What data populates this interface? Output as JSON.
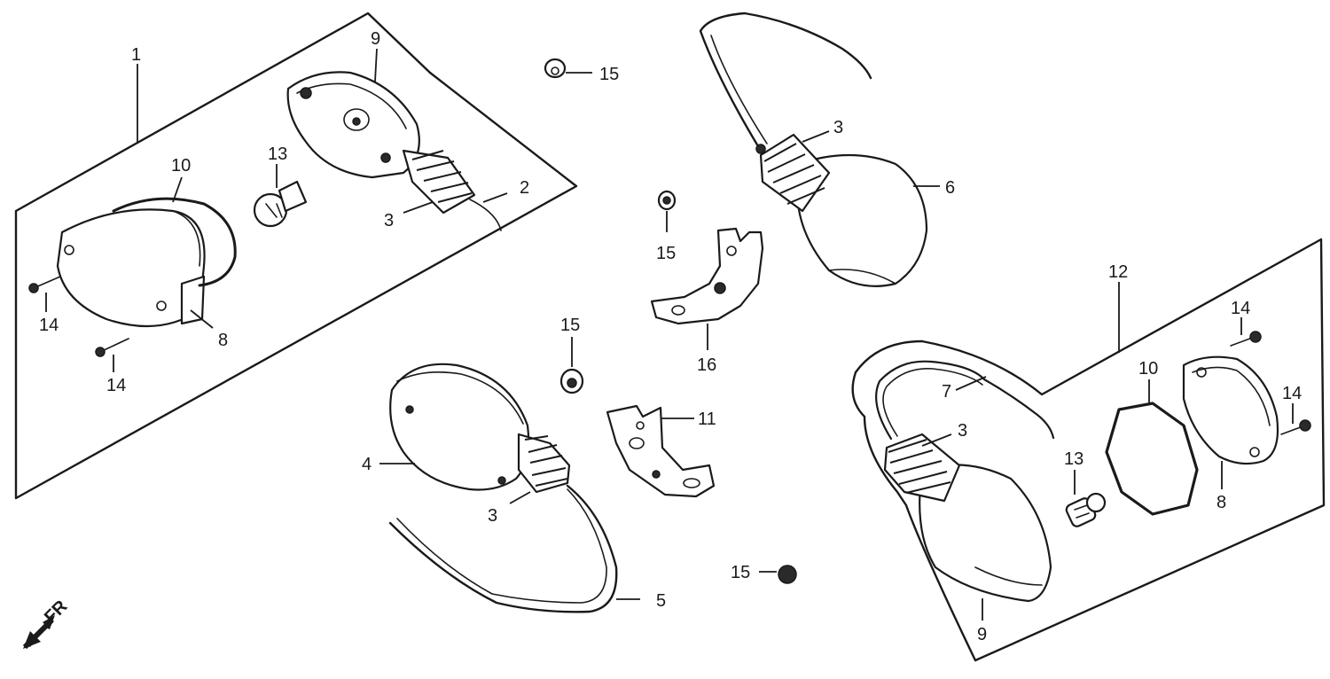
{
  "labels": {
    "p1": "1",
    "p9_top": "9",
    "p15_a": "15",
    "p10_left": "10",
    "p13_left": "13",
    "p2": "2",
    "p3_left": "3",
    "p14_a": "14",
    "p8_left": "8",
    "p14_b": "14",
    "p15_b": "15",
    "p16": "16",
    "p3_right_top": "3",
    "p6": "6",
    "p12": "12",
    "p14_c": "14",
    "p15_c": "15",
    "p11": "11",
    "p4": "4",
    "p3_mid": "3",
    "p5": "5",
    "p7": "7",
    "p10_right": "10",
    "p14_d": "14",
    "p3_right_bottom": "3",
    "p13_right": "13",
    "p8_right": "8",
    "p9_bottom": "9",
    "p15_d": "15"
  },
  "direction": {
    "label": "FR"
  }
}
